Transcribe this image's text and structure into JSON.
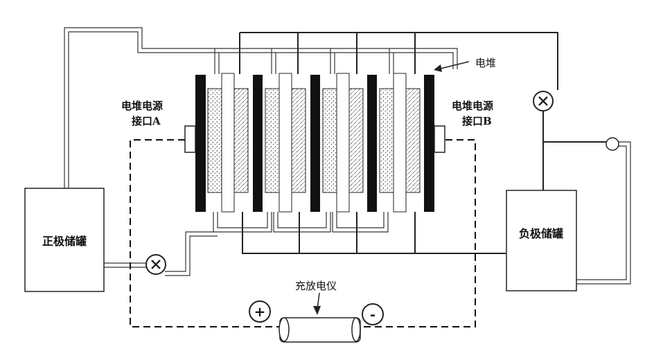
{
  "labels": {
    "stack": "电堆",
    "interface_a_line1": "电堆电源",
    "interface_a_line2": "接口A",
    "interface_b_line1": "电堆电源",
    "interface_b_line2": "接口B",
    "positive_tank": "正极储罐",
    "negative_tank": "负极储罐",
    "charger": "充放电仪",
    "plus": "+",
    "minus": "-"
  },
  "icons": {
    "pump": "circled-x-pump-icon",
    "valve": "circle-valve-icon"
  },
  "colors": {
    "line": "#222222",
    "pipe_fill": "#ffffff",
    "electrode": "#111111",
    "membrane_hatch": "#555555"
  }
}
